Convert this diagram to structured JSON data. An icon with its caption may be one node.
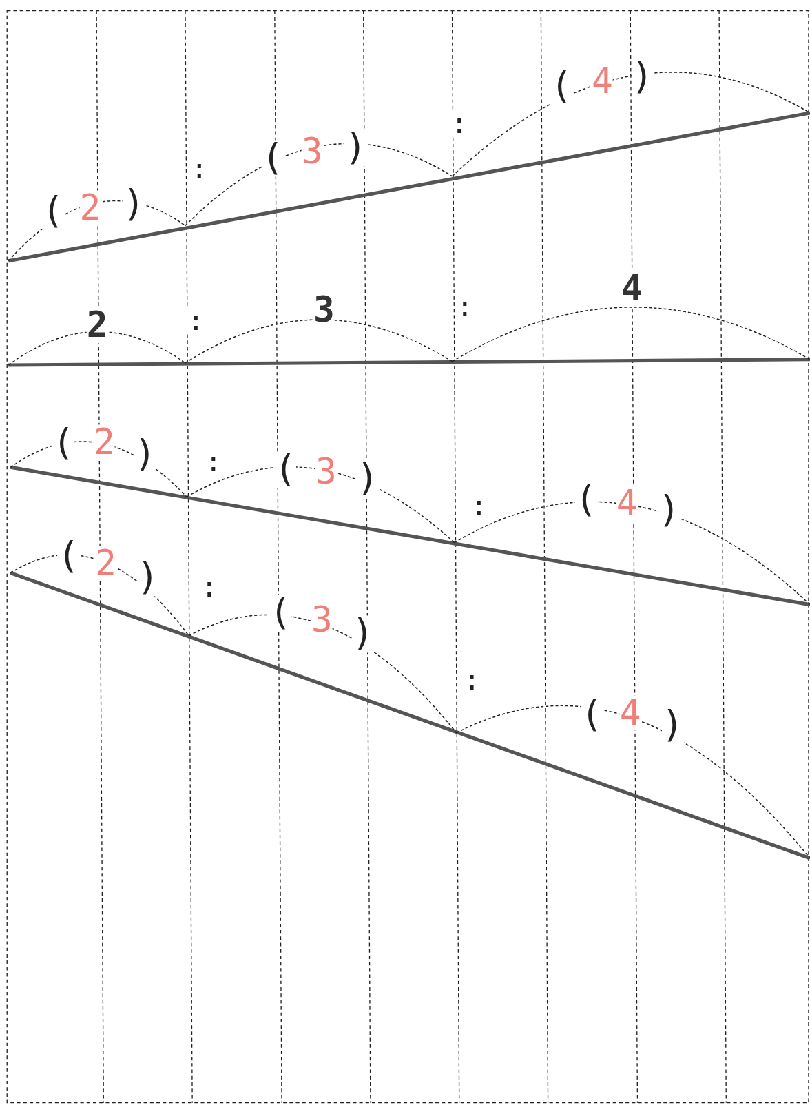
{
  "diagram": {
    "labels": [
      "(",
      "2",
      ")",
      ":",
      "(",
      "3",
      ")",
      ":",
      "(",
      "4",
      ")",
      "2",
      ":",
      "3",
      ":",
      "4",
      "(",
      "2",
      ")",
      ":",
      "(",
      "3",
      ")",
      ":",
      "(",
      "4",
      ")",
      "(",
      "2",
      ")",
      ":",
      "(",
      "3",
      ")",
      ":",
      "(",
      "4",
      ")"
    ]
  }
}
